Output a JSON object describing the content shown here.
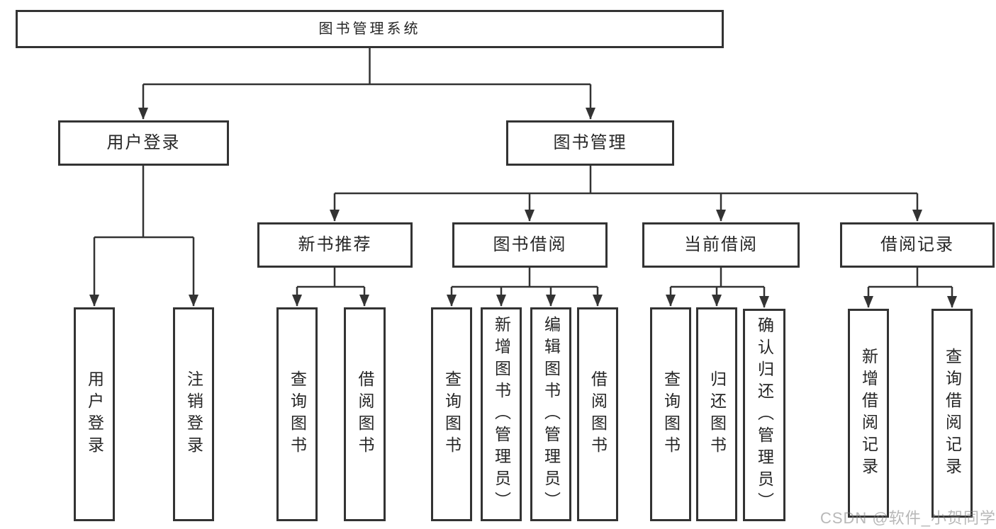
{
  "diagram_type": "functional-structure-tree",
  "colors": {
    "line": "#333333",
    "node_border": "#333333",
    "node_text": "#262626",
    "background": "#ffffff",
    "watermark": "#b5b5b5"
  },
  "tree": {
    "root": {
      "label": "图书管理系统"
    },
    "branches": [
      {
        "label": "用户登录",
        "children": [
          {
            "label": "用户登录"
          },
          {
            "label": "注销登录"
          }
        ]
      },
      {
        "label": "图书管理",
        "children": [
          {
            "label": "新书推荐",
            "children": [
              {
                "label": "查询图书"
              },
              {
                "label": "借阅图书"
              }
            ]
          },
          {
            "label": "图书借阅",
            "children": [
              {
                "label": "查询图书"
              },
              {
                "label": "新增图书（管理员）"
              },
              {
                "label": "编辑图书（管理员）"
              },
              {
                "label": "借阅图书"
              }
            ]
          },
          {
            "label": "当前借阅",
            "children": [
              {
                "label": "查询图书"
              },
              {
                "label": "归还图书"
              },
              {
                "label": "确认归还（管理员）"
              }
            ]
          },
          {
            "label": "借阅记录",
            "children": [
              {
                "label": "新增借阅记录"
              },
              {
                "label": "查询借阅记录"
              }
            ]
          }
        ]
      }
    ]
  },
  "watermark": {
    "text": "CSDN @软件_小贺同学"
  }
}
